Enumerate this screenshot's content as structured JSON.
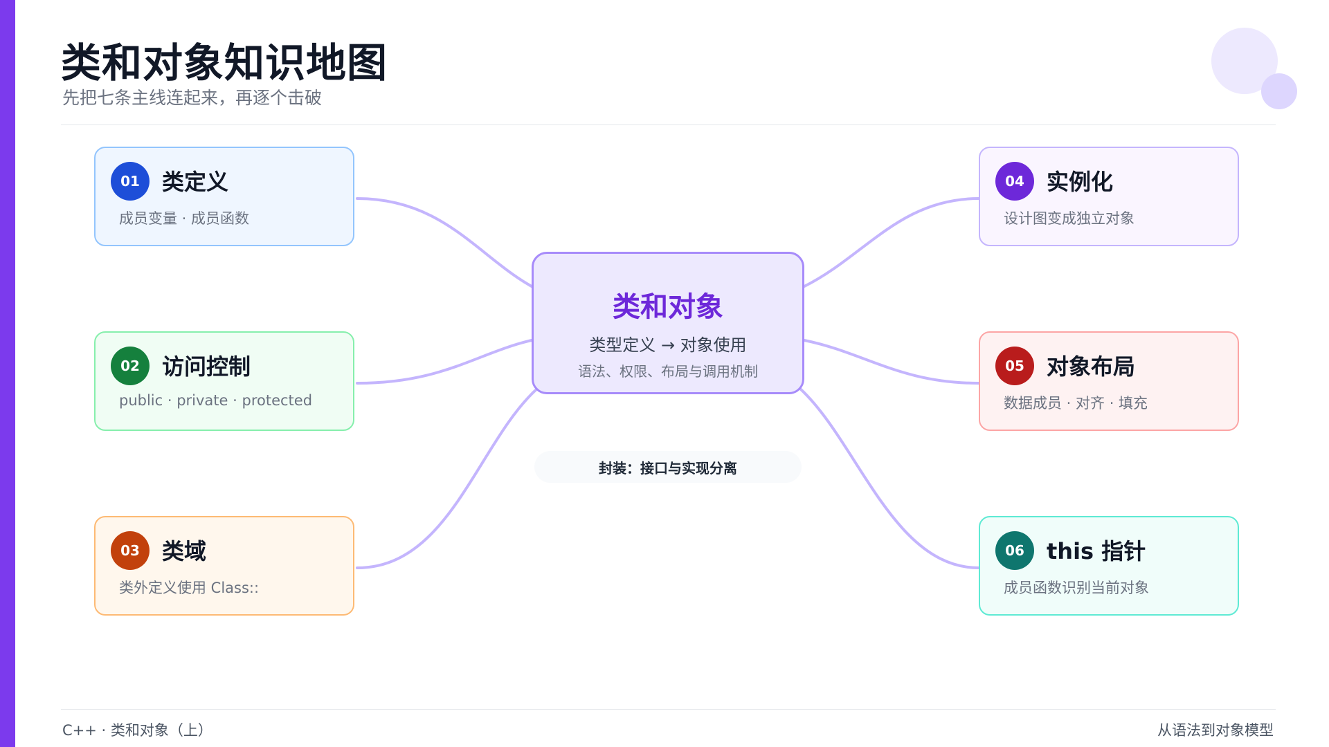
{
  "header": {
    "title": "类和对象知识地图",
    "subtitle": "先把七条主线连起来，再逐个击破"
  },
  "center": {
    "title": "类和对象",
    "subtitle": "类型定义 → 对象使用",
    "detail": "语法、权限、布局与调用机制"
  },
  "pill": {
    "label": "封装：接口与实现分离"
  },
  "nodes": [
    {
      "num": "01",
      "title": "类定义",
      "desc": "成员变量 · 成员函数",
      "color": "#1d4ed8",
      "bg": "#eff6ff",
      "border": "#93c5fd"
    },
    {
      "num": "02",
      "title": "访问控制",
      "desc": "public · private · protected",
      "color": "#15803d",
      "bg": "#f0fdf4",
      "border": "#86efac"
    },
    {
      "num": "03",
      "title": "类域",
      "desc": "类外定义使用 Class::",
      "color": "#c2410c",
      "bg": "#fff7ed",
      "border": "#fdba74"
    },
    {
      "num": "04",
      "title": "实例化",
      "desc": "设计图变成独立对象",
      "color": "#6d28d9",
      "bg": "#faf5ff",
      "border": "#c4b5fd"
    },
    {
      "num": "05",
      "title": "对象布局",
      "desc": "数据成员 · 对齐 · 填充",
      "color": "#b91c1c",
      "bg": "#fef2f2",
      "border": "#fca5a5"
    },
    {
      "num": "06",
      "title": "this 指针",
      "desc": "成员函数识别当前对象",
      "color": "#0f766e",
      "bg": "#f0fdfa",
      "border": "#5eead4"
    }
  ],
  "footer": {
    "left": "C++ · 类和对象（上）",
    "right": "从语法到对象模型"
  },
  "colors": {
    "accent": "#7c3aed",
    "connector": "#c4b5fd"
  }
}
